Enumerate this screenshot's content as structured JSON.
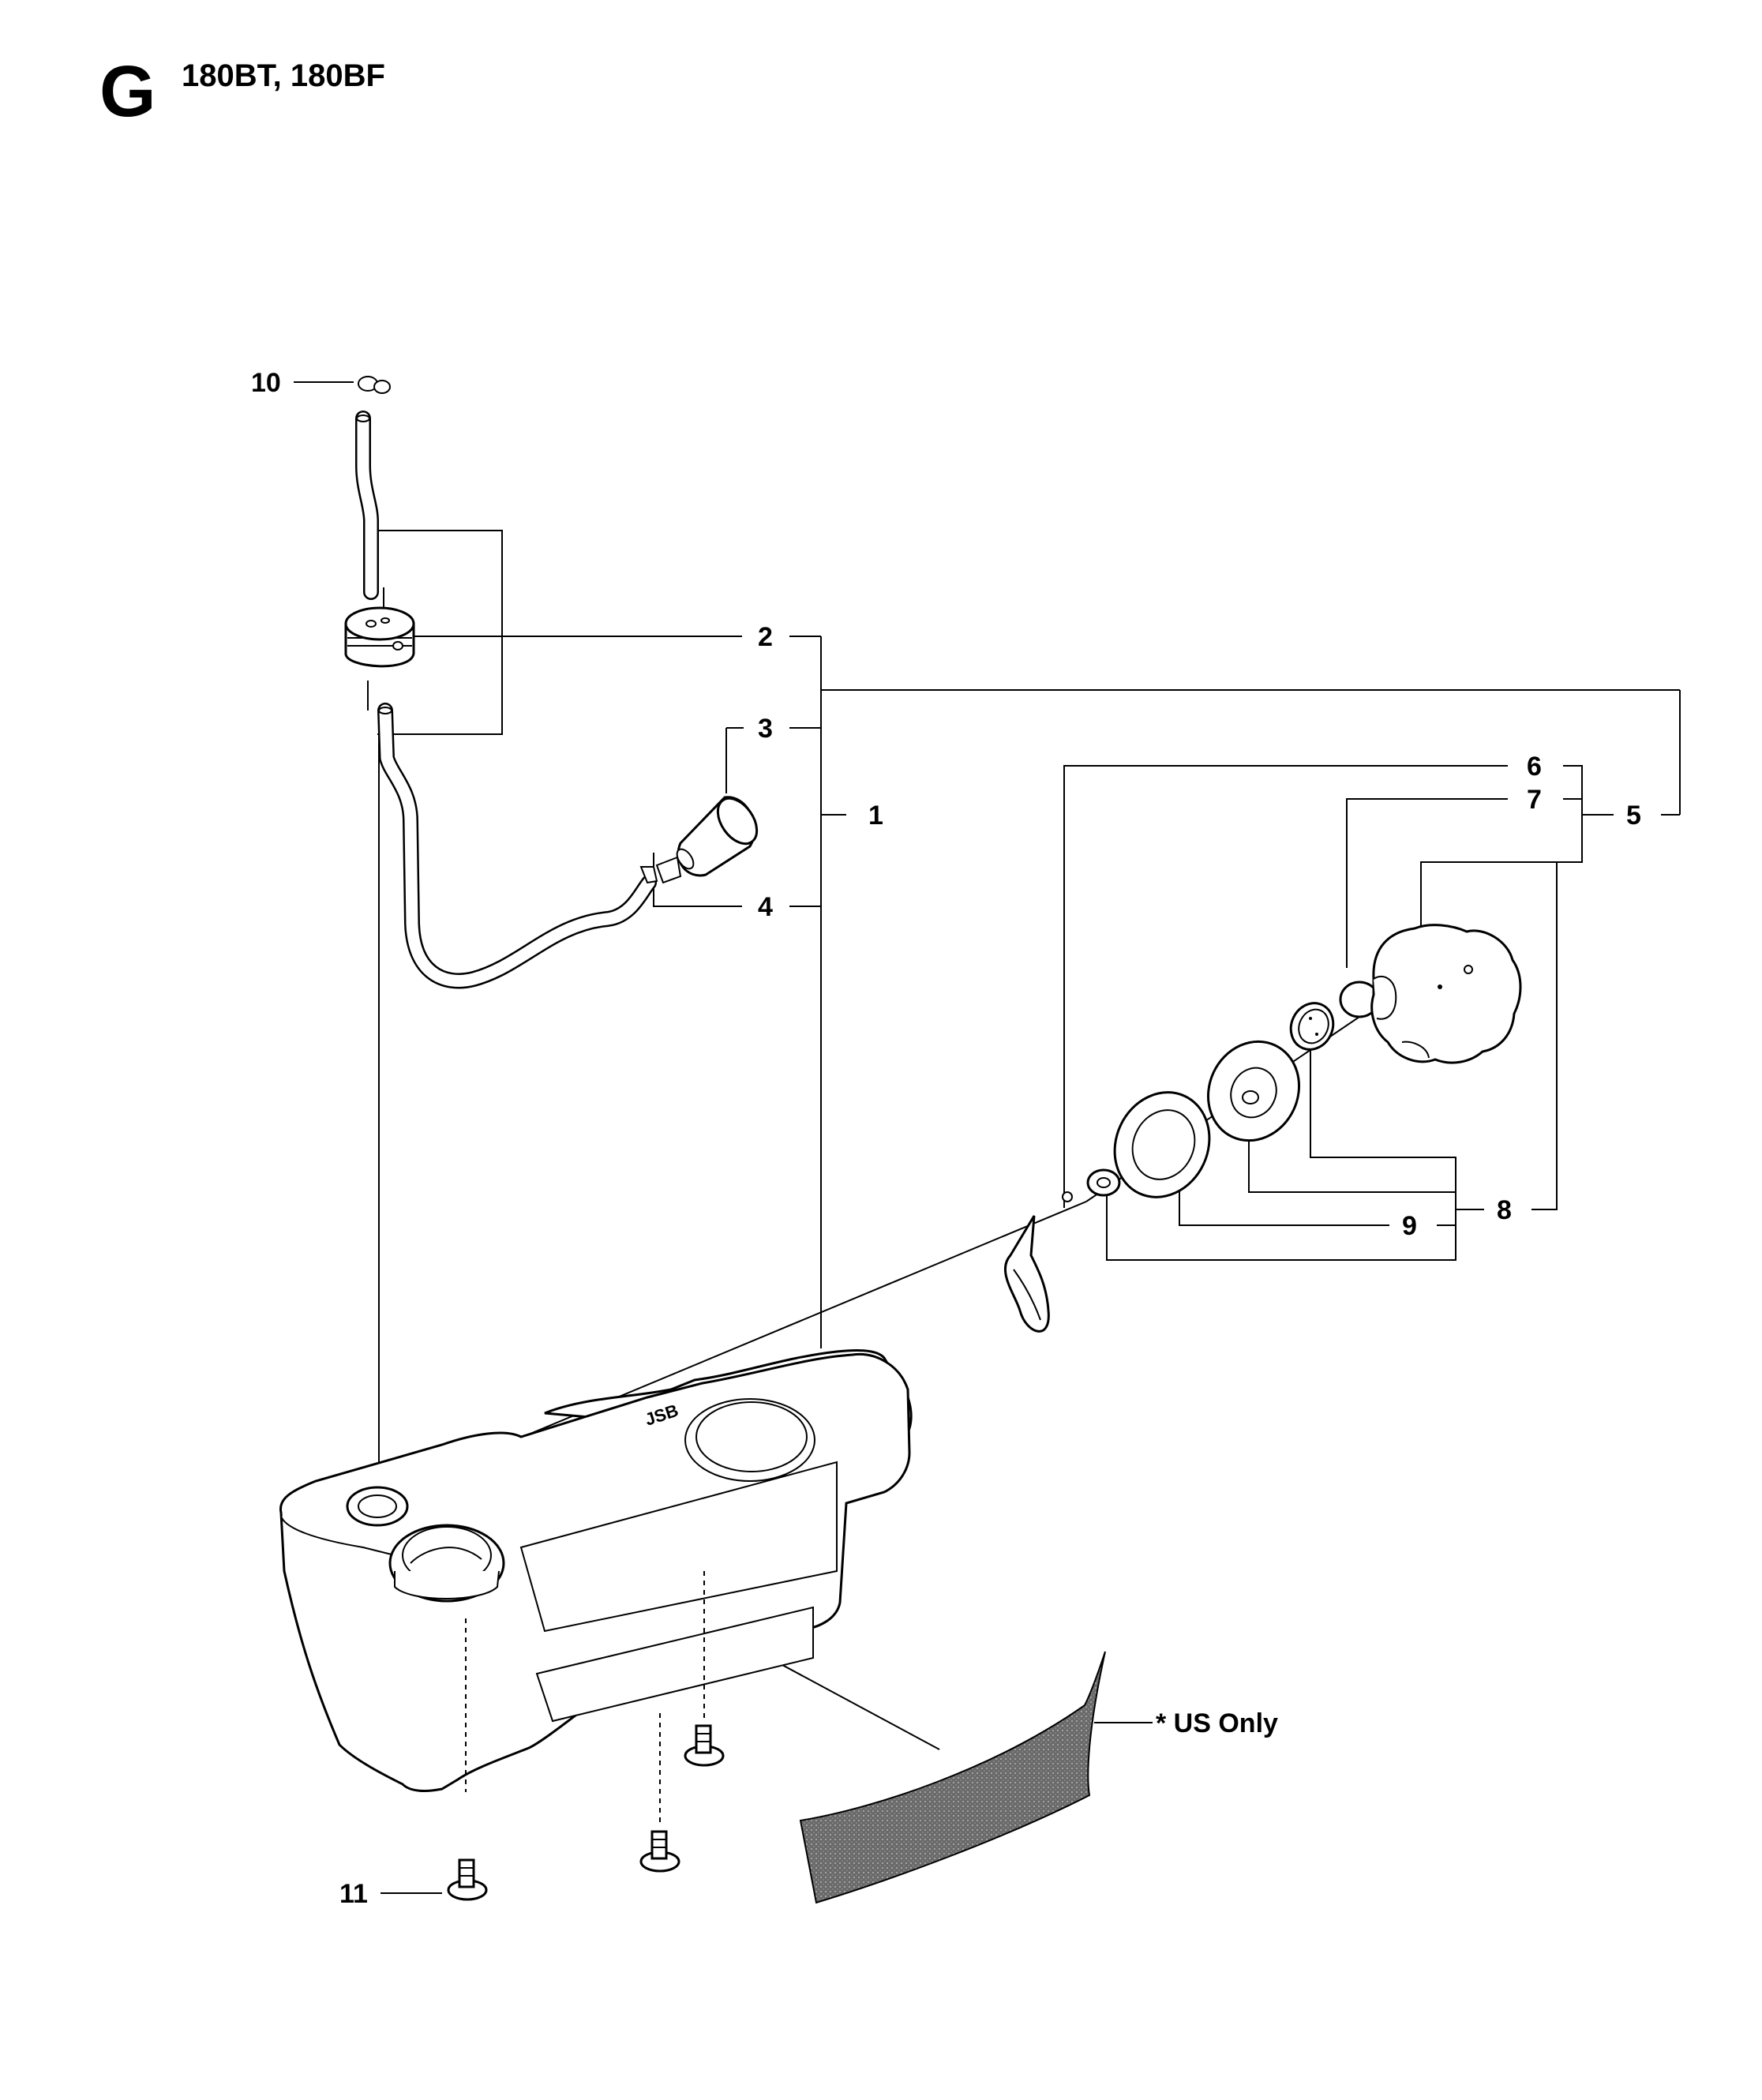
{
  "header": {
    "section_letter": "G",
    "models": "180BT, 180BF"
  },
  "callouts": {
    "c1": "1",
    "c2": "2",
    "c3": "3",
    "c4": "4",
    "c5": "5",
    "c6": "6",
    "c7": "7",
    "c8": "8",
    "c9": "9",
    "c10": "10",
    "c11": "11",
    "us_only": "* US Only"
  },
  "tank_emboss": "JSB"
}
